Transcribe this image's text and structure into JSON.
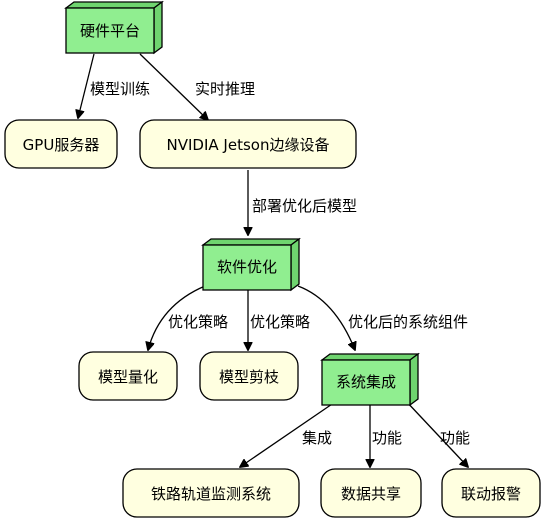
{
  "nodes": {
    "hardware": "硬件平台",
    "gpu_server": "GPU服务器",
    "jetson": "NVIDIA Jetson边缘设备",
    "software": "软件优化",
    "quantization": "模型量化",
    "pruning": "模型剪枝",
    "integration": "系统集成",
    "rail_monitor": "铁路轨道监测系统",
    "data_sharing": "数据共享",
    "alarm": "联动报警"
  },
  "edges": {
    "hw_to_gpu": "模型训练",
    "hw_to_jetson": "实时推理",
    "jetson_to_sw": "部署优化后模型",
    "sw_to_quant": "优化策略",
    "sw_to_prune": "优化策略",
    "sw_to_integ": "优化后的系统组件",
    "integ_to_rail": "集成",
    "integ_to_data": "功能",
    "integ_to_alarm": "功能"
  },
  "colors": {
    "package_fill": "#90ee90",
    "box_fill": "#ffffe0",
    "line": "#000000"
  }
}
